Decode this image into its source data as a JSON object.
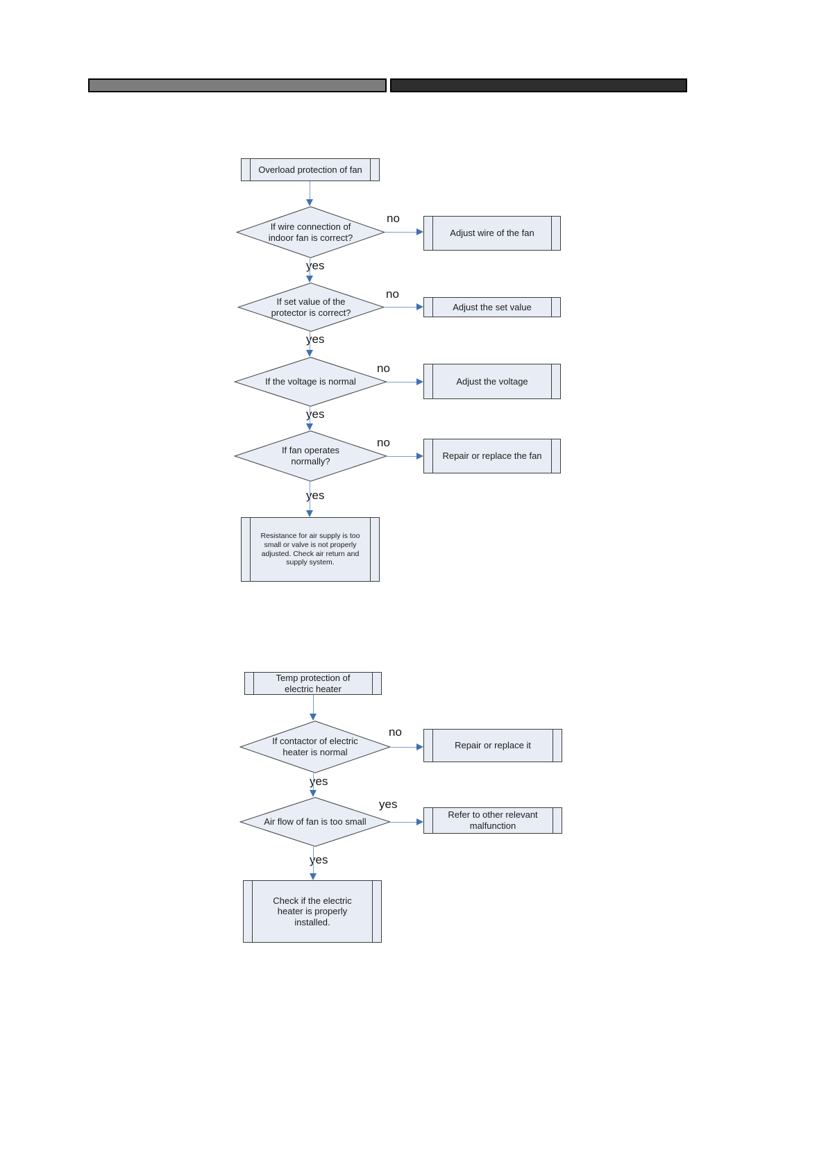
{
  "header": {
    "left_bar_color": "#7d7d7d",
    "right_bar_color": "#2e2e2e"
  },
  "colors": {
    "node_fill": "#e8ecf4",
    "diamond_fill": "#e9eef6",
    "node_border": "#3d3d3d",
    "connector_line": "#7d9cc9",
    "connector_arrow": "#4170b4"
  },
  "flowchart_fan": {
    "start": "Overload protection of fan",
    "steps": [
      {
        "question": "If wire connection of indoor fan is correct?",
        "branch_label": "no",
        "action": "Adjust wire of the fan",
        "continue_label": "yes"
      },
      {
        "question": "If set value of the protector is correct?",
        "branch_label": "no",
        "action": "Adjust the set value",
        "continue_label": "yes"
      },
      {
        "question": "If the voltage is normal",
        "branch_label": "no",
        "action": "Adjust the voltage",
        "continue_label": "yes"
      },
      {
        "question": "If fan operates normally?",
        "branch_label": "no",
        "action": "Repair or replace the fan",
        "continue_label": "yes"
      }
    ],
    "conclusion": "Resistance for air supply is too small or valve is not properly adjusted. Check air return and supply system."
  },
  "flowchart_heater": {
    "start": "Temp protection of electric heater",
    "steps": [
      {
        "question": "If contactor of electric heater is normal",
        "branch_label": "no",
        "action": "Repair or replace it",
        "continue_label": "yes"
      },
      {
        "question": "Air flow of fan is too small",
        "branch_label": "yes",
        "action": "Refer to other relevant malfunction",
        "continue_label": "yes"
      }
    ],
    "conclusion": "Check if the electric heater is properly installed."
  }
}
